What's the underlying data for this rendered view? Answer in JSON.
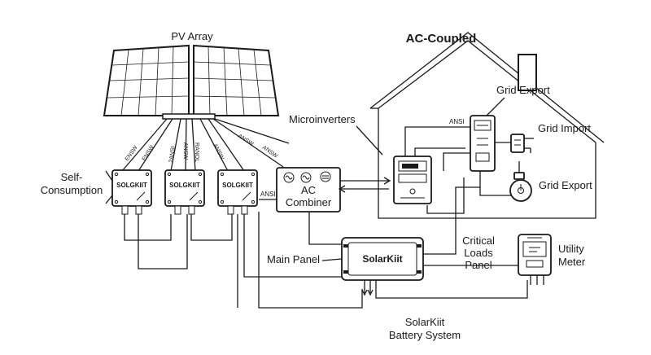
{
  "title": "AC-Coupled",
  "labels": {
    "pv_array": "PV Array",
    "microinverters": "Microinverters",
    "grid_export_top": "Grid Export",
    "grid_import": "Grid Import",
    "grid_export_right": "Grid Export",
    "self_consumption_1": "Self-",
    "self_consumption_2": "Consumption",
    "ac_combiner_1": "AC",
    "ac_combiner_2": "Combiner",
    "critical_1": "Critical",
    "critical_2": "Loads",
    "critical_3": "Panel",
    "main_panel": "Main Panel",
    "utility_1": "Utility",
    "utility_2": "Meter",
    "battery_1": "SolarKiit",
    "battery_2": "Battery System",
    "ansi_left": "ANSI",
    "ansi_house": "ANSI"
  },
  "inverters": [
    {
      "brand": "SOLGKIIT"
    },
    {
      "brand": "SOLGKIIT"
    },
    {
      "brand": "SOLGKIIT"
    }
  ],
  "battery_brand": "SolarKiit",
  "wire_tags": [
    "ENSW",
    "ENSW",
    "2ANSI",
    "ANSW",
    "RANOL",
    "ANSW",
    "ANSW",
    "ANSW"
  ]
}
